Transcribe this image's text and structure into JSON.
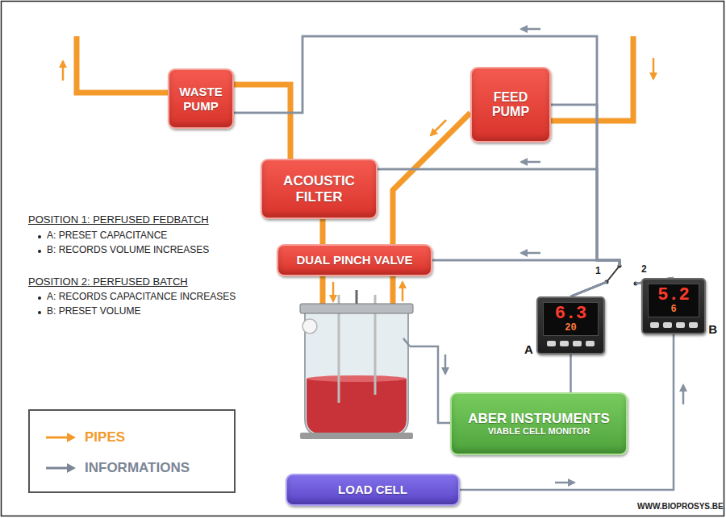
{
  "diagram": {
    "nodes": [
      {
        "text": [
          "WASTE PUMP"
        ]
      },
      {
        "text": [
          "FEED PUMP"
        ]
      },
      {
        "text": [
          "ACOUSTIC FILTER"
        ]
      },
      {
        "text": [
          "DUAL PINCH VALVE"
        ]
      },
      {
        "text": [
          "A",
          "6.3",
          "20"
        ]
      },
      {
        "text": [
          "B",
          "5.2",
          "6"
        ]
      },
      {
        "text": [
          "ABER INSTRUMENTS",
          "VIABLE CELL MONITOR"
        ]
      },
      {
        "text": [
          "LOAD CELL"
        ]
      }
    ],
    "edges": [
      {
        "from": 2,
        "to": 0,
        "arrow": "none"
      },
      {
        "from": 1,
        "to": 3,
        "arrow": "none"
      },
      {
        "from": 2,
        "to": 3,
        "arrow": "none"
      },
      {
        "from": 4,
        "to": 3,
        "arrow": "none"
      },
      {
        "from": 4,
        "to": 0,
        "arrow": "none"
      },
      {
        "from": 4,
        "to": 1,
        "arrow": "none"
      },
      {
        "from": 4,
        "to": 2,
        "arrow": "none"
      },
      {
        "from": 5,
        "to": 3,
        "arrow": "none"
      },
      {
        "from": 5,
        "to": 0,
        "arrow": "none"
      },
      {
        "from": 5,
        "to": 1,
        "arrow": "none"
      },
      {
        "from": 5,
        "to": 2,
        "arrow": "none"
      },
      {
        "from": 6,
        "to": 4,
        "arrow": "none"
      },
      {
        "from": 7,
        "to": 5,
        "arrow": "none"
      }
    ],
    "labels": [
      "POSITION 1: PERFUSED FEDBATCH",
      "A: PRESET CAPACITANCE",
      "B: RECORDS VOLUME INCREASES",
      "POSITION 2: PERFUSED BATCH",
      "A: RECORDS CAPACITANCE INCREASES",
      "B: PRESET VOLUME",
      "1",
      "2",
      "WWW.BIOPROSYS.BE"
    ],
    "legend": [
      {
        "text": "PIPES"
      },
      {
        "text": "INFORMATIONS"
      }
    ]
  }
}
